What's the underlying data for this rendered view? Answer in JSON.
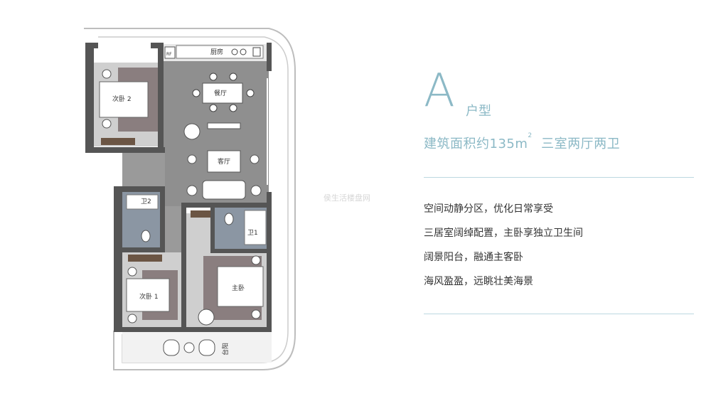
{
  "unit": {
    "letter": "A",
    "type_suffix": "户型",
    "area_prefix": "建筑面积约135m",
    "area_sup": "2",
    "layout": "三室两厅两卫"
  },
  "features": [
    "空间动静分区，优化日常享受",
    "三居室阔绰配置，主卧享独立卫生间",
    "阔景阳台，融通主客卧",
    "海风盈盈，远眺壮美海景"
  ],
  "rooms": {
    "kitchen": "厨房",
    "dining": "餐厅",
    "living": "客厅",
    "bedroom2": "次卧 2",
    "bedroom1": "次卧 1",
    "master": "主卧",
    "bath1": "卫1",
    "bath2": "卫2",
    "balcony": "台阳",
    "fridge": "RF"
  },
  "watermark": "侯生活楼盘网",
  "colors": {
    "accent": "#8cb9c6",
    "rule": "#bcd8e0",
    "wall": "#555555",
    "living_floor": "#8f8f8f",
    "room_floor": "#cfcfcf",
    "rug": "#8a7e7f",
    "bath_floor": "#8b96a3"
  }
}
